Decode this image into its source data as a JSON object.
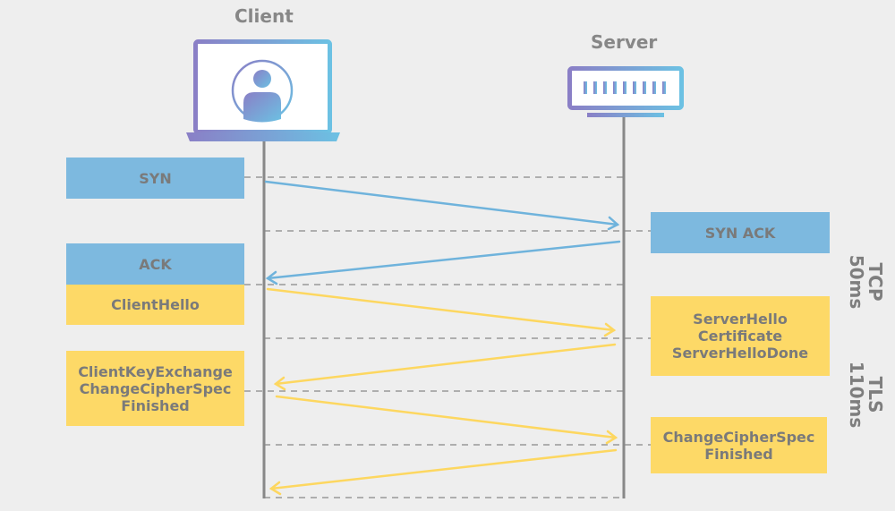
{
  "client": {
    "title": "Client"
  },
  "server": {
    "title": "Server"
  },
  "messages": {
    "syn": "SYN",
    "syn_ack": "SYN ACK",
    "ack": "ACK",
    "client_hello": "ClientHello",
    "server_hello": [
      "ServerHello",
      "Certificate",
      "ServerHelloDone"
    ],
    "client_key_exchange": [
      "ClientKeyExchange",
      "ChangeCipherSpec",
      "Finished"
    ],
    "change_cipher_spec": [
      "ChangeCipherSpec",
      "Finished"
    ]
  },
  "phases": {
    "tcp": {
      "name": "TCP",
      "duration": "50ms"
    },
    "tls": {
      "name": "TLS",
      "duration": "110ms"
    }
  },
  "colors": {
    "tcp": "#7db9df",
    "tls": "#fdd967",
    "tcp_arrow": "#6fb3dc",
    "tls_arrow": "#fdd760",
    "lifeline": "#888888",
    "device_gradient_start": "#8a7fc6",
    "device_gradient_end": "#6cc1e3"
  },
  "icons": {
    "client": "laptop-user-icon",
    "server": "server-rack-icon"
  }
}
